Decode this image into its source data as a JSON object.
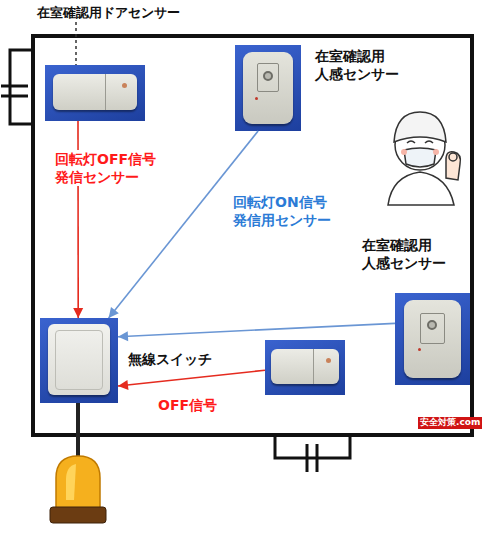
{
  "diagram": {
    "nodes": [
      {
        "text": [
          "在室確認用ドアセンサー"
        ]
      },
      {
        "text": [
          "在室確認用 人感センサー"
        ]
      },
      {
        "text": [
          "在室確認用 人感センサー"
        ]
      },
      {
        "text": [
          "無線スイッチ"
        ]
      },
      {
        "text": []
      }
    ],
    "edges": [
      {
        "from": 0,
        "to": 3,
        "arrow": "to",
        "label": "回転灯OFF信号 発信センサー"
      },
      {
        "from": 1,
        "to": 3,
        "arrow": "to",
        "label": "回転灯ON信号 発信用センサー"
      },
      {
        "from": 2,
        "to": 3,
        "arrow": "to"
      },
      {
        "from": 4,
        "to": 3,
        "arrow": "to",
        "label": "OFF信号"
      }
    ],
    "labels": [
      "安全対策.com"
    ]
  }
}
